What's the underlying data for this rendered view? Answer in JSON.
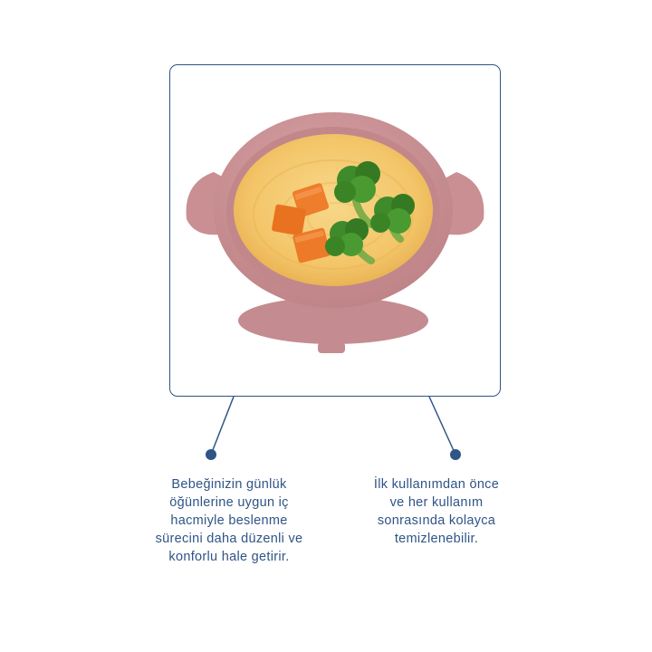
{
  "image": {
    "subject": "bowl-photo",
    "colors": {
      "frame_border": "#2f5486",
      "bowl": "#c98f93",
      "puree": "#f3c568",
      "carrot": "#ee7d2c",
      "broccoli": "#3f8a2a",
      "text": "#2f5486"
    }
  },
  "captions": {
    "left": "Bebeğinizin günlük\nöğünlerine uygun iç\nhacmiyle beslenme\nsürecini daha düzenli ve\nkonforlu hale getirir.",
    "right": "İlk kullanımdan önce\nve her kullanım\nsonrasında kolayca\ntemizlenebilir."
  }
}
